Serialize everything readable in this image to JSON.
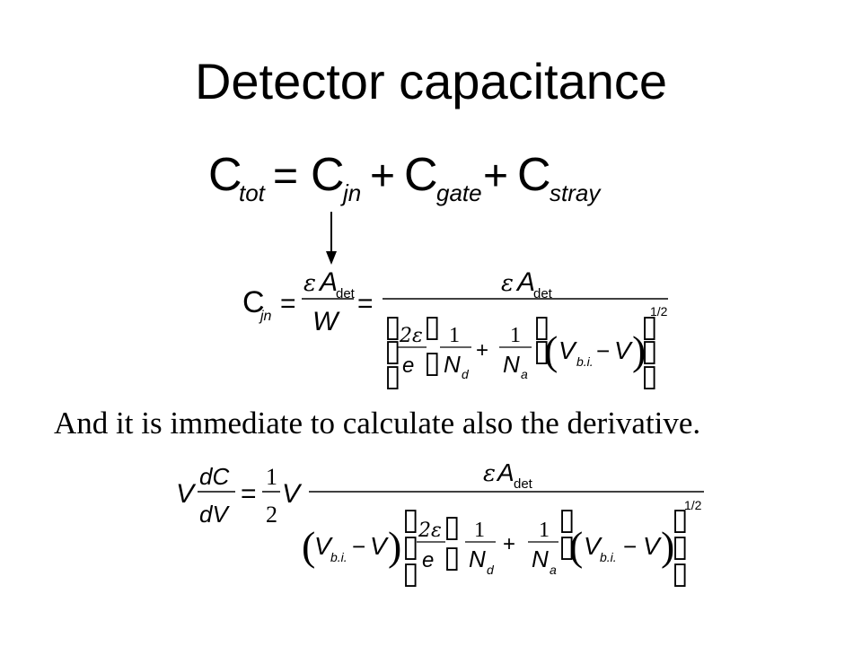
{
  "slide": {
    "title": "Detector capacitance",
    "sentence": "And it is immediate to calculate also the derivative."
  },
  "glyphs": {
    "missing_glyph": "▯"
  },
  "equation_total": {
    "lhs": "C",
    "lhs_sub": "tot",
    "terms": [
      {
        "symbol": "C",
        "sub": "jn"
      },
      {
        "symbol": "C",
        "sub": "gate"
      },
      {
        "symbol": "C",
        "sub": "stray"
      }
    ],
    "equals": "=",
    "plus": "+"
  },
  "equation_junction": {
    "lhs": "C",
    "lhs_sub": "jn",
    "eps": "ε",
    "area": "A",
    "area_sub": "det",
    "width": "W",
    "two": "2",
    "e": "e",
    "one": "1",
    "n_d": "N",
    "n_d_sub": "d",
    "n_a": "N",
    "n_a_sub": "a",
    "v": "V",
    "v_bi_sub": "b.i.",
    "minus": "−",
    "exponent": "1/2"
  },
  "equation_derivative": {
    "v": "V",
    "dc": "dC",
    "dv": "dV",
    "half_num": "1",
    "half_den": "2"
  }
}
